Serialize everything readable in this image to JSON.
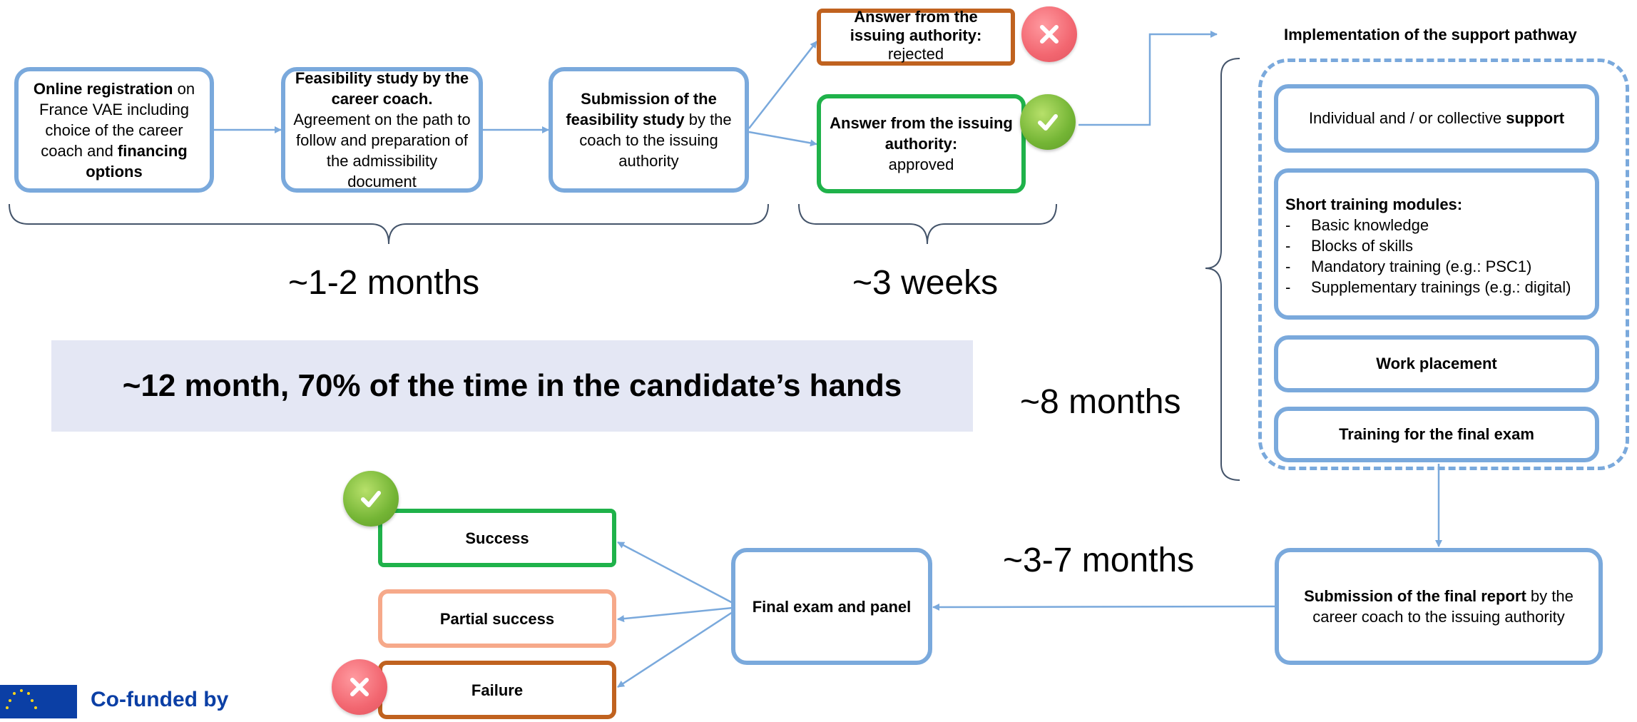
{
  "top_flow": {
    "step1": {
      "bold": "Online registration",
      "text1": " on France VAE including choice of the career coach and ",
      "bold2": "financing options"
    },
    "step2": {
      "bold": "Feasibility study by the career coach.",
      "text": " Agreement on the path to follow and preparation of the admissibility document"
    },
    "step3": {
      "bold1": "Submission of the ",
      "bold2": "feasibility study",
      "text": " by the coach to the issuing authority"
    },
    "rejected": {
      "bold": "Answer from the issuing authority:",
      "text": "rejected"
    },
    "approved": {
      "bold": "Answer from the issuing authority:",
      "text": "approved"
    }
  },
  "durations": {
    "d1": "~1-2 months",
    "d2": "~3 weeks",
    "d3": "~8 months",
    "d4": "~3-7 months"
  },
  "banner": "~12 month, 70% of the time in the candidate’s hands",
  "pathway": {
    "heading": "Implementation of the support pathway",
    "support_text": "Individual and / or collective ",
    "support_bold": "support",
    "modules_title": "Short training modules:",
    "modules": [
      "Basic knowledge",
      "Blocks of skills",
      "Mandatory training (e.g.: PSC1)",
      "Supplementary trainings (e.g.: digital)"
    ],
    "dash": "-",
    "work_placement": "Work placement",
    "final_exam_training": "Training for the final exam"
  },
  "bottom_flow": {
    "final_report_bold": "Submission of the final report",
    "final_report_text": " by the career coach to the issuing authority",
    "exam": "Final exam and panel",
    "success": "Success",
    "partial": "Partial success",
    "failure": "Failure"
  },
  "footer": {
    "cofunded": "Co-funded by"
  },
  "icons": {
    "ok": "check-icon",
    "no": "cross-icon"
  },
  "colors": {
    "blue": "#7aa9dc",
    "green": "#1fb24a",
    "orange": "#c0621f",
    "salmon": "#f6a98a",
    "red": "#f26670",
    "check_green": "#74b535"
  }
}
